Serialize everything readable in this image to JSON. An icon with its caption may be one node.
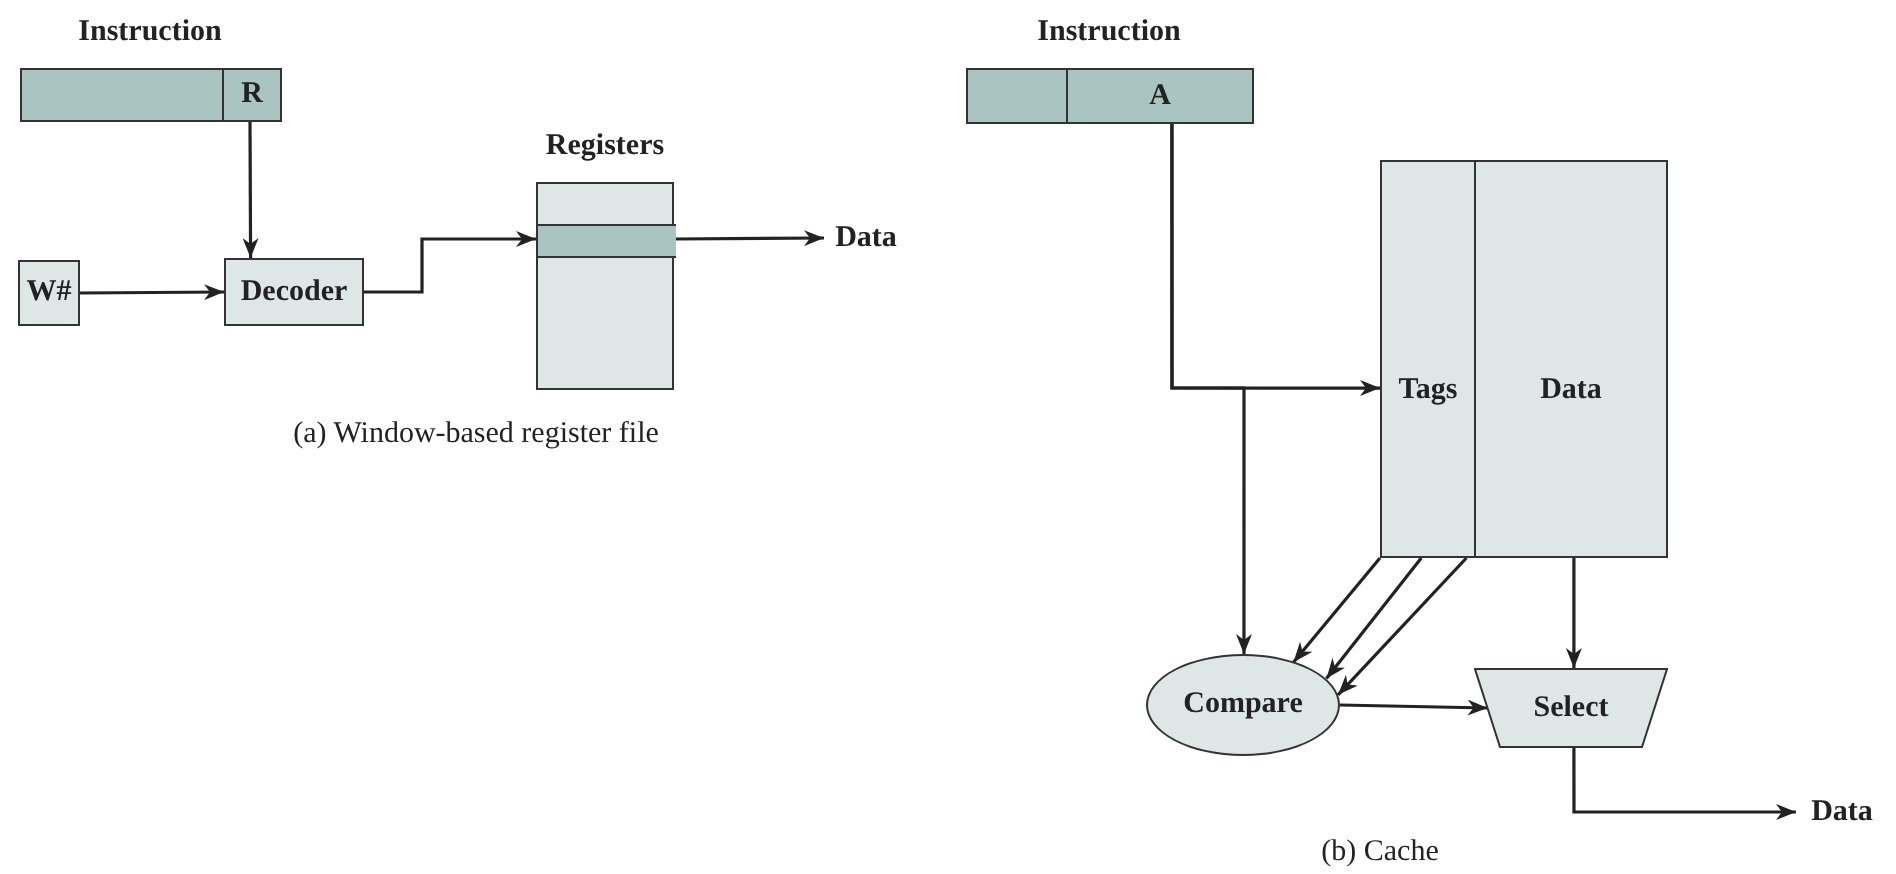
{
  "diagram": {
    "nodes": [
      {
        "text": [
          "Instruction"
        ]
      },
      {
        "text": [
          "R"
        ],
        "in": 0
      },
      {
        "text": [
          "W#"
        ]
      },
      {
        "text": [
          "Decoder"
        ]
      },
      {
        "text": [
          "Registers"
        ]
      },
      {
        "text": [],
        "shape": "bar",
        "in": 4
      },
      {
        "text": [
          "Data"
        ]
      },
      {
        "text": [
          "Instruction"
        ]
      },
      {
        "text": [
          "A"
        ],
        "in": 7
      },
      {
        "text": [],
        "shape": "box"
      },
      {
        "text": [
          "Tags"
        ],
        "in": 9
      },
      {
        "text": [
          "Data"
        ],
        "in": 9
      },
      {
        "text": [
          "Compare"
        ]
      },
      {
        "text": [
          "Select"
        ]
      },
      {
        "text": [
          "Data"
        ]
      }
    ],
    "edges": [
      {
        "from": 1,
        "to": 3,
        "arrow": "to"
      },
      {
        "from": 2,
        "to": 3,
        "arrow": "to"
      },
      {
        "from": 3,
        "to": 5,
        "arrow": "to"
      },
      {
        "from": 5,
        "to": 6,
        "arrow": "to"
      },
      {
        "from": 8,
        "to": 10,
        "arrow": "to"
      },
      {
        "from": 8,
        "to": 12,
        "arrow": "to"
      },
      {
        "from": 10,
        "to": 12,
        "arrow": "to"
      },
      {
        "from": 10,
        "to": 12,
        "arrow": "to"
      },
      {
        "from": 10,
        "to": 12,
        "arrow": "to"
      },
      {
        "from": 11,
        "to": 13,
        "arrow": "to"
      },
      {
        "from": 12,
        "to": 13,
        "arrow": "to"
      },
      {
        "from": 13,
        "to": 14,
        "arrow": "to"
      }
    ],
    "labels": [
      "(a) Window-based register file",
      "(b) Cache"
    ]
  }
}
